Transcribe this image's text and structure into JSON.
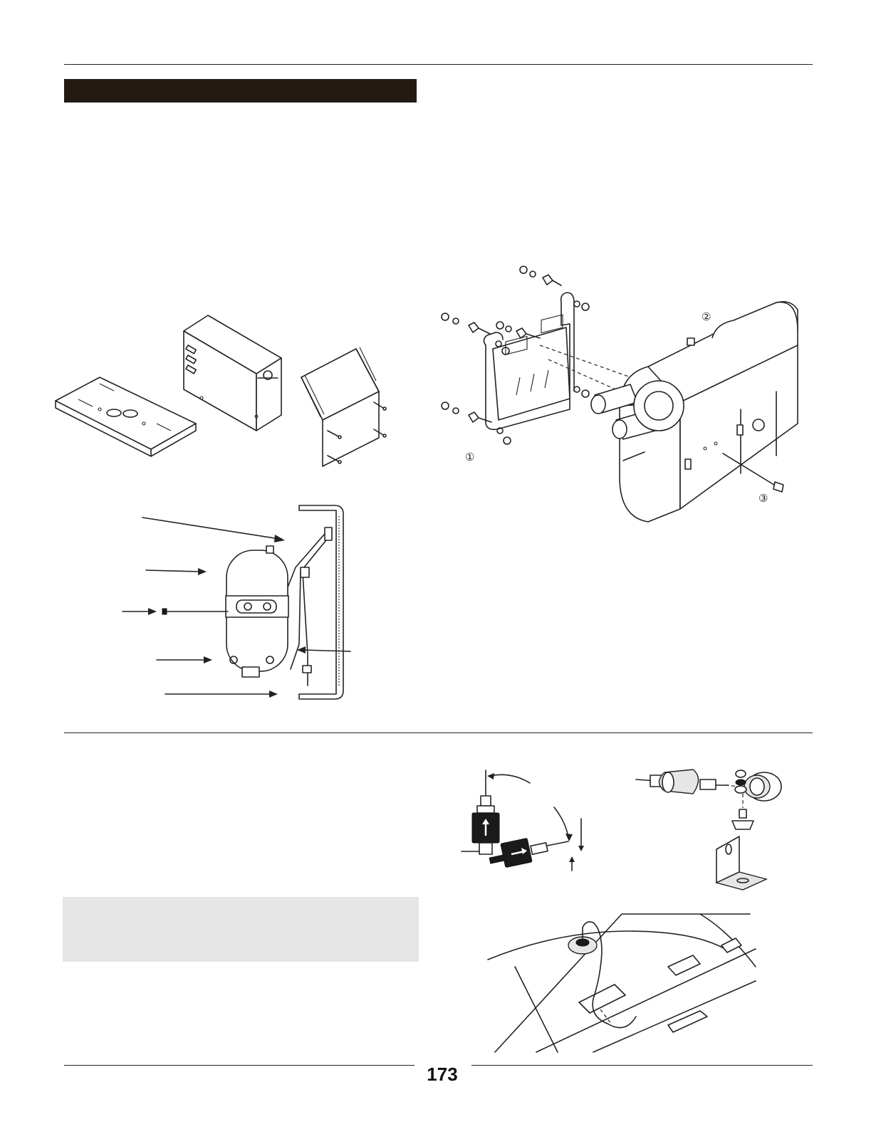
{
  "page": {
    "page_number": "173"
  },
  "figures": {
    "mounting_kit": {
      "icon": "mounting-kit-illustration"
    },
    "wall_mount_section": {
      "icon": "wall-mount-section-illustration"
    },
    "heater_exploded": {
      "icon": "heater-exploded-view-illustration",
      "callouts": [
        "①",
        "②",
        "③"
      ]
    },
    "fuel_pump_orientation": {
      "icon": "fuel-pump-orientation-illustration"
    },
    "fuel_pump_bracket": {
      "icon": "fuel-pump-bracket-illustration"
    },
    "fuel_tank_pickup": {
      "icon": "fuel-tank-pickup-illustration"
    }
  },
  "colors": {
    "title_bar": "#231a14",
    "note_box": "#e5e5e5",
    "rule": "#222222"
  }
}
